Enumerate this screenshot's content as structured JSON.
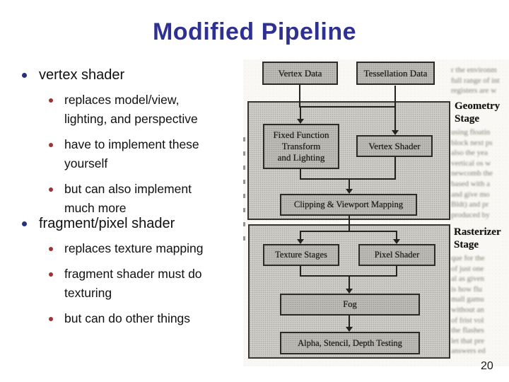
{
  "slide": {
    "title": "Modified Pipeline",
    "page_number": "20",
    "colors": {
      "title_blue": "#2e3192",
      "main_bullet_dot": "#29307c",
      "sub_bullet_dot": "#9e3133",
      "body_text": "#101010",
      "scan_paper": "#f9f8f4",
      "stage_fill": "#cecdc7",
      "box_fill": "#bcbbb5"
    }
  },
  "bullets": [
    {
      "text": "vertex shader",
      "children": [
        "replaces model/view,\nlighting, and perspective",
        "have to implement these\nyourself",
        "but can also implement\nmuch more"
      ]
    },
    {
      "text": "fragment/pixel shader",
      "children": [
        "replaces texture mapping",
        "fragment shader must do\ntexturing",
        "but can do other things"
      ]
    }
  ],
  "diagram": {
    "boxes": {
      "vertex_data": "Vertex Data",
      "tessellation_data": "Tessellation Data",
      "fixed_function": "Fixed Function\nTransform\nand Lighting",
      "vertex_shader": "Vertex Shader",
      "clipping": "Clipping & Viewport Mapping",
      "texture_stages": "Texture Stages",
      "pixel_shader": "Pixel Shader",
      "fog": "Fog",
      "alpha_stencil_depth": "Alpha, Stencil, Depth Testing"
    },
    "stage_labels": {
      "geometry": "Geometry\nStage",
      "rasterizer": "Rasterizer\nStage"
    },
    "scan_noise": {
      "top": "r the environm\nfull range of int\nregisters are w",
      "middle": "using floatin\nblock next ps\nalso the yea\nvertical os w\nnewcomb the\nbased with a\nand give mo\nBldt) and pr\nproduced by",
      "bottom": "que for the\nof just one\nal as given\nis how flu\nmall gamu\nwithout an\nof frist vol\nthe flashes\nlet that pre\nanswers ed"
    }
  }
}
